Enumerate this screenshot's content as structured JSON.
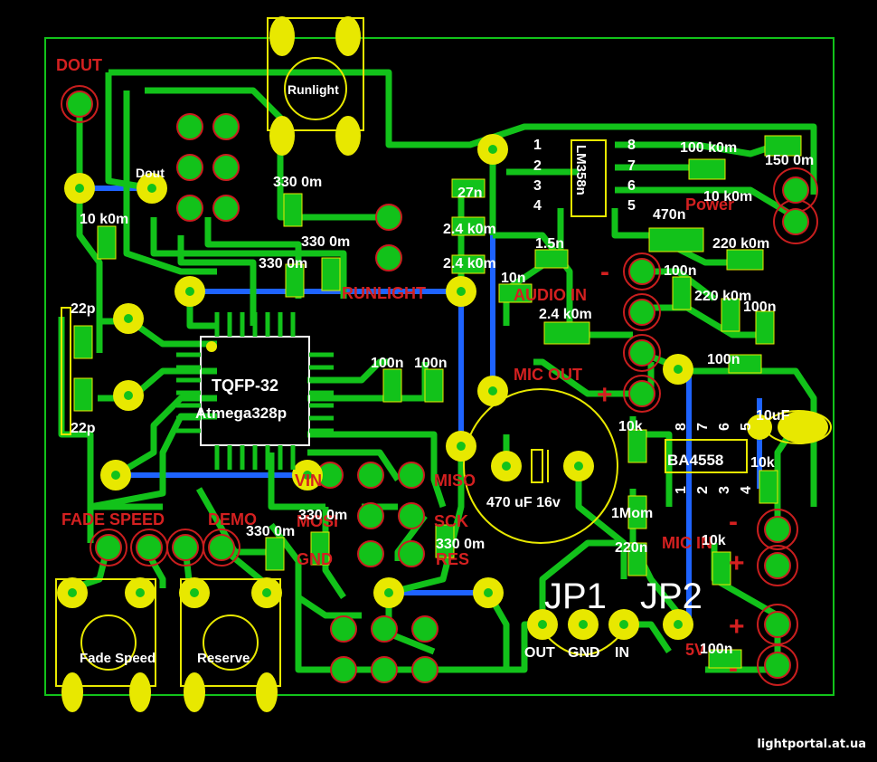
{
  "watermark": "lightportal.at.ua",
  "colors": {
    "background": "#000000",
    "trace": "#12c21a",
    "trace_bottom": "#1e63ff",
    "pad": "#e8e800",
    "silk": "#ffffff",
    "red_label": "#d42020",
    "outline": "#e8e800"
  },
  "red_labels": [
    "DOUT",
    "RUNLIGHT",
    "FADE SPEED",
    "DEMO",
    "MIC OUT",
    "MISO",
    "SCK",
    "RES",
    "GND",
    "VIN",
    "MOSI",
    "MIC IN",
    "5V",
    "Power"
  ],
  "white_labels": [
    "Runlight",
    "Dout",
    "330 0m",
    "330 0m",
    "330 0m",
    "10 k0m",
    "22p",
    "22p",
    "TQFP-32",
    "Atmega328p",
    "27n",
    "2.4 k0m",
    "2.4 k0m",
    "1.5n",
    "10n",
    "2.4 k0m",
    "LM358n",
    "1",
    "2",
    "3",
    "4",
    "8",
    "7",
    "6",
    "5",
    "100 k0m",
    "10 k0m",
    "150 0m",
    "470n",
    "220 k0m",
    "100n",
    "220 k0m",
    "100n",
    "100n",
    "100n",
    "100n",
    "10k",
    "10uF",
    "10k",
    "BA4558",
    "8",
    "7",
    "6",
    "5",
    "1",
    "2",
    "3",
    "4",
    "1Mom",
    "220n",
    "10k",
    "470 uF 16v",
    "330 0m",
    "330 0m",
    "330 0m",
    "Fade Speed",
    "Reserve",
    "JP1",
    "JP2",
    "OUT",
    "GND",
    "IN",
    "100n"
  ],
  "polarity": [
    "-",
    "+",
    "-",
    "+",
    "+",
    "-"
  ]
}
